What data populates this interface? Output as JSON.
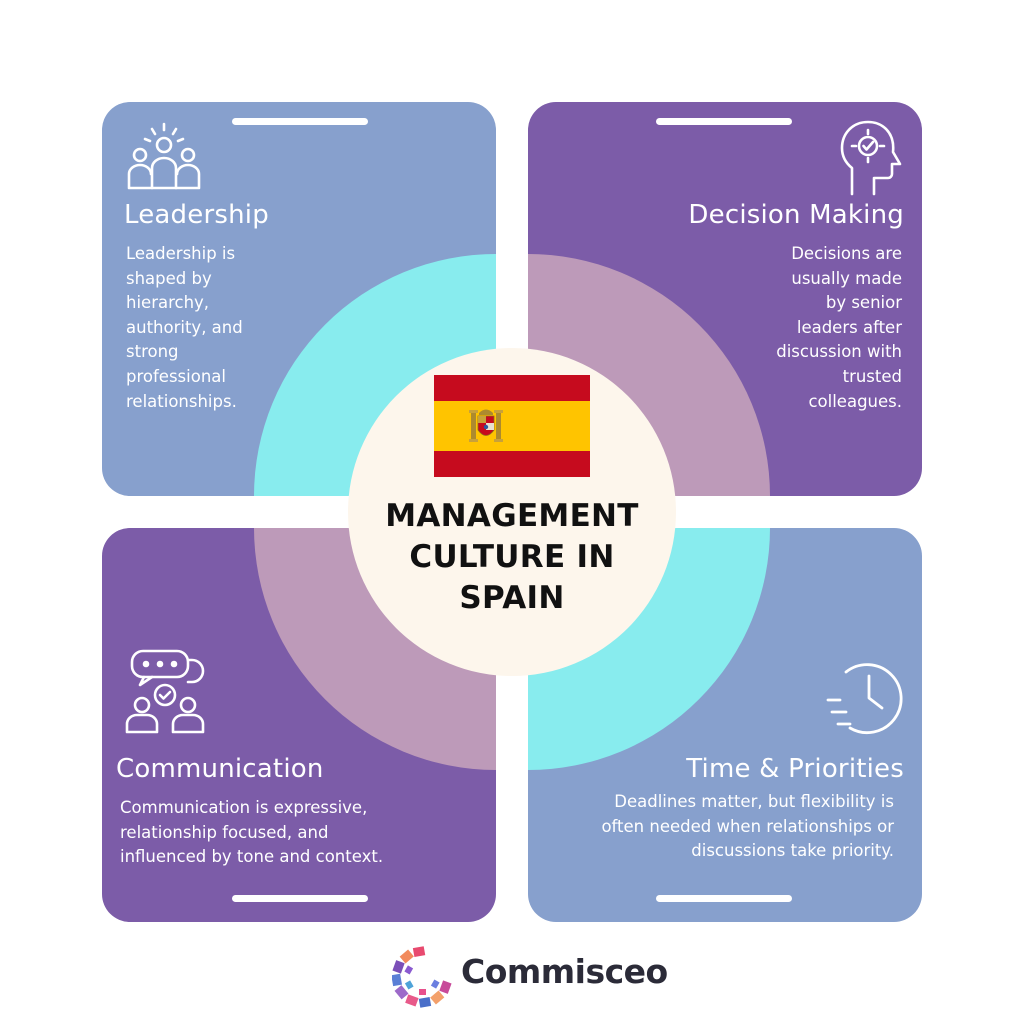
{
  "center": {
    "title": "MANAGEMENT\nCULTURE IN\nSPAIN",
    "flag": {
      "name": "flag-of-spain",
      "colors": {
        "red": "#c60b1e",
        "yellow": "#ffc400"
      }
    }
  },
  "quadrants": [
    {
      "title": "Leadership",
      "description": "Leadership is\nshaped by\nhierarchy,\nauthority, and\nstrong\nprofessional\nrelationships.",
      "icon": "leadership-team-icon",
      "color": "#87a0cd"
    },
    {
      "title": "Decision Making",
      "description": "Decisions are\nusually made\nby senior\nleaders after\ndiscussion with\ntrusted\ncolleagues.",
      "icon": "head-check-icon",
      "color": "#7c5ca8"
    },
    {
      "title": "Communication",
      "description": "Communication is expressive,\nrelationship focused, and\ninfluenced by tone and context.",
      "icon": "chat-people-icon",
      "color": "#7c5ca8"
    },
    {
      "title": "Time & Priorities",
      "description": "Deadlines matter, but flexibility is\noften needed when relationships or\ndiscussions take priority.",
      "icon": "clock-icon",
      "color": "#87a0cd"
    }
  ],
  "accent_colors": {
    "cyan": "#88ecee",
    "mauve": "#bd9ab9"
  },
  "brand": {
    "name": "Commisceo",
    "icon": "commisceo-logo"
  }
}
